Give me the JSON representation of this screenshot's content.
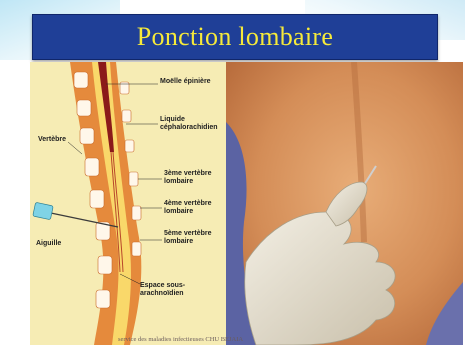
{
  "slide": {
    "title": "Ponction lombaire",
    "footer": "service des maladies infectieuses CHU BEJAIA"
  },
  "diagram": {
    "labels": {
      "moelle": "Moëlle épinière",
      "liquide_line1": "Liquide",
      "liquide_line2": "céphalorachidien",
      "vertebre": "Vertèbre",
      "v3_line1": "3ème vertèbre",
      "v3_line2": "lombaire",
      "v4_line1": "4ème vertèbre",
      "v4_line2": "lombaire",
      "v5_line1": "5ème vertèbre",
      "v5_line2": "lombaire",
      "aiguille": "Aiguille",
      "espace_line1": "Espace sous-",
      "espace_line2": "arachnoïdien"
    }
  },
  "colors": {
    "title_bar": "#1f3f97",
    "title_text": "#f6ea3a",
    "diagram_bg": "#f6ecb4",
    "bone": "#e58a3c",
    "csf": "#f9d86a",
    "cord": "#8b1a1a",
    "skin": "#e2a06c",
    "glove": "#e8e2d3",
    "drape": "#5b63a3"
  }
}
